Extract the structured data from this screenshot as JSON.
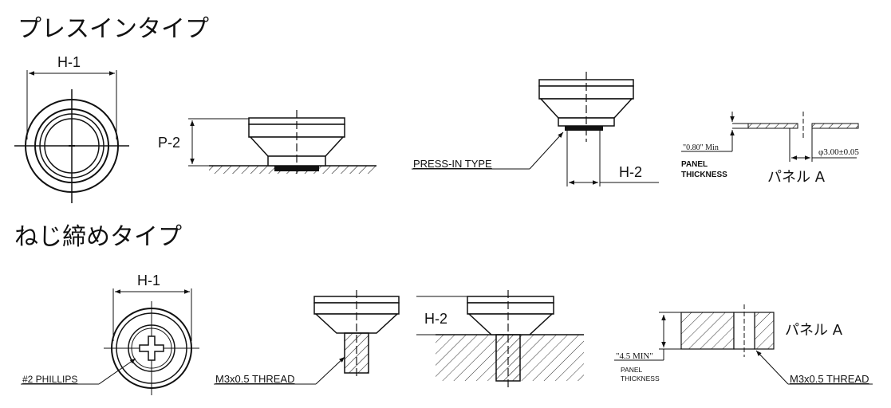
{
  "sections": [
    {
      "title": "プレスインタイプ"
    },
    {
      "title": "ねじ締めタイプ"
    }
  ],
  "labels": {
    "press_h1": "H-1",
    "press_p2": "P-2",
    "press_in_type": "PRESS-IN TYPE",
    "press_h2": "H-2",
    "press_min": "\"0.80\"  Min",
    "press_panel": "PANEL",
    "press_thickness": "THICKNESS",
    "press_dia": "φ3.00±0.05",
    "press_panel_a": "パネル A",
    "screw_h1": "H-1",
    "screw_phillips": "#2 PHILLIPS",
    "screw_thread1": "M3x0.5 THREAD",
    "screw_h2": "H-2",
    "screw_min": "\"4.5 MIN\"",
    "screw_panel": "PANEL",
    "screw_thickness": "THICKNESS",
    "screw_panel_a": "パネル A",
    "screw_thread2": "M3x0.5 THREAD"
  },
  "icons": {
    "crosshair": "crosshair-icon",
    "hatch": "hatch-pattern"
  },
  "colors": {
    "ink": "#111111",
    "background": "#ffffff"
  }
}
